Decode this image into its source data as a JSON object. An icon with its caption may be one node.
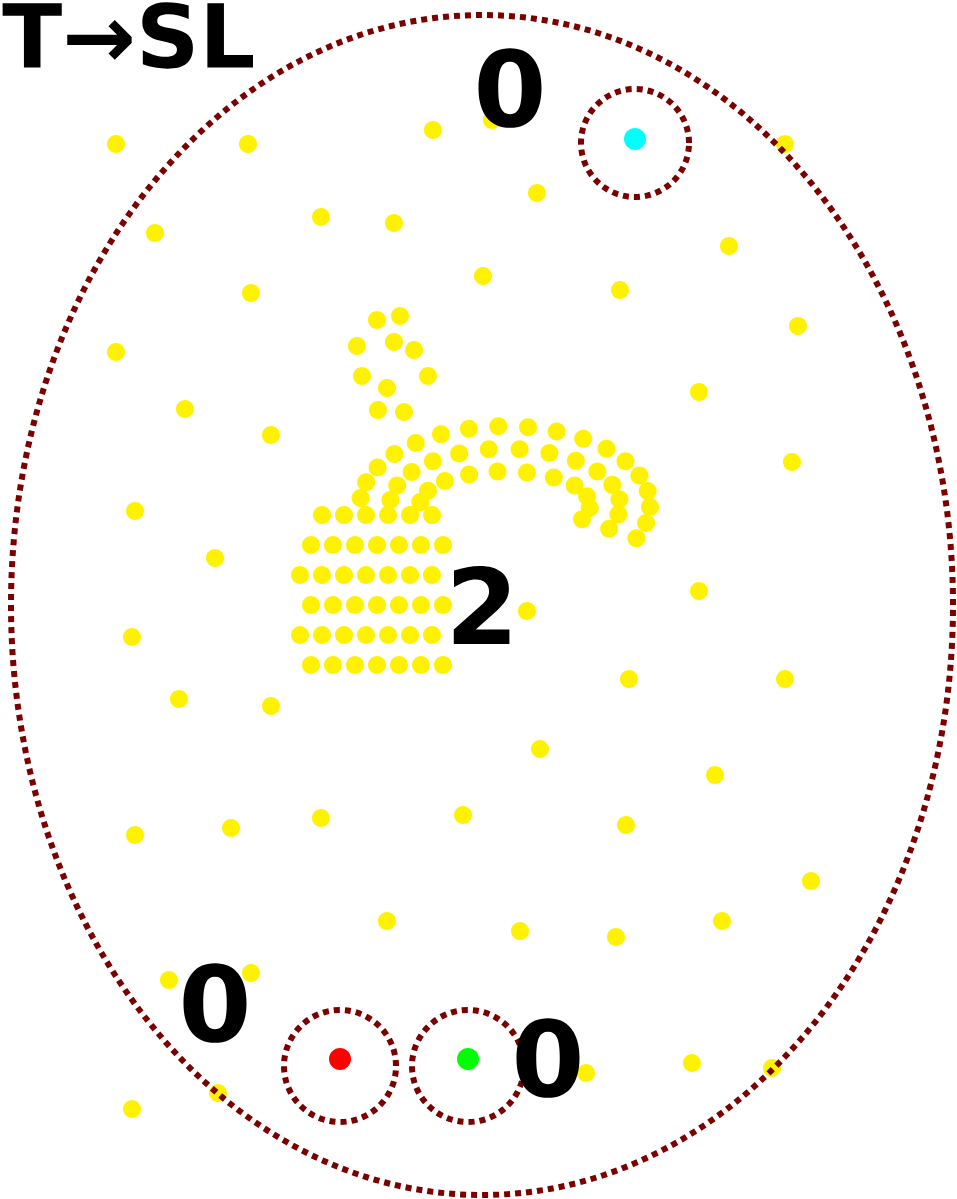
{
  "diagram": {
    "nodes": [
      {
        "text": [
          "2"
        ]
      },
      {
        "text": [],
        "shape": "circle",
        "in": 0,
        "beside": [
          "0"
        ]
      },
      {
        "text": [],
        "shape": "circle",
        "in": 0,
        "beside": [
          "0"
        ]
      },
      {
        "text": [],
        "shape": "circle",
        "in": 0,
        "beside": [
          "0"
        ]
      }
    ],
    "labels": [
      "T→SL"
    ]
  }
}
